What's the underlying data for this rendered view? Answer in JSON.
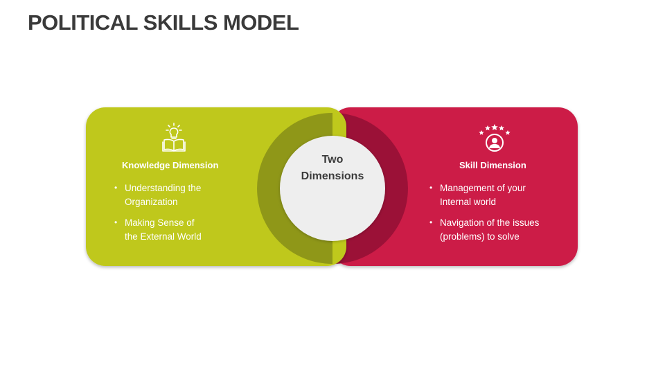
{
  "title": "POLITICAL SKILLS MODEL",
  "center": {
    "line1": "Two",
    "line2": "Dimensions"
  },
  "left": {
    "heading": "Knowledge Dimension",
    "icon": "book-lightbulb-icon",
    "color": "#bfc81f",
    "bullets": [
      {
        "line1": "Understanding the",
        "line2": "Organization"
      },
      {
        "line1": "Making Sense of",
        "line2": "the External World"
      }
    ]
  },
  "right": {
    "heading": "Skill Dimension",
    "icon": "person-stars-icon",
    "color": "#cc1a47",
    "bullets": [
      {
        "line1": "Management of your",
        "line2": "Internal world"
      },
      {
        "line1": "Navigation of the issues",
        "line2": "(problems) to solve"
      }
    ]
  }
}
